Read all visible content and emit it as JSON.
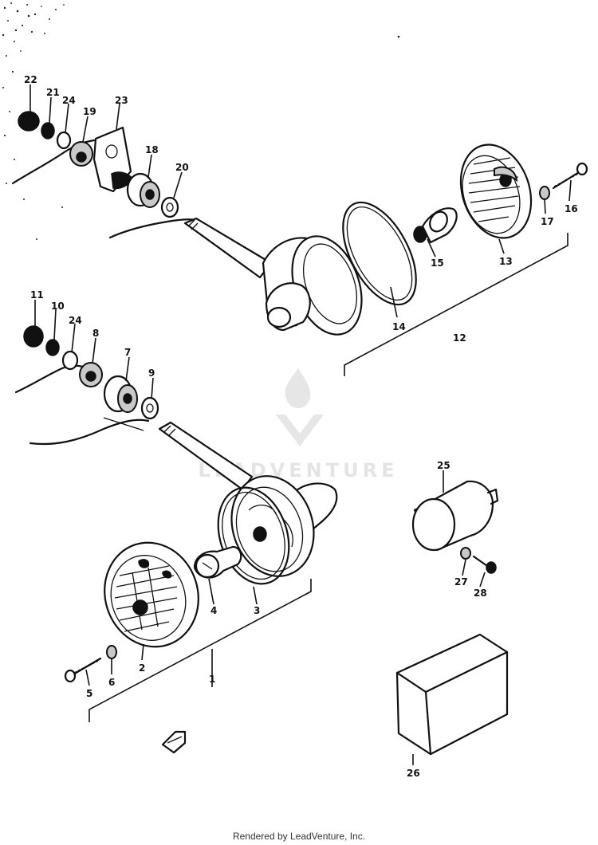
{
  "watermark": {
    "text": "LEADVENTURE"
  },
  "footer": {
    "text": "Rendered by LeadVenture, Inc."
  },
  "parts": {
    "p1": "1",
    "p2": "2",
    "p3": "3",
    "p4": "4",
    "p5": "5",
    "p6": "6",
    "p7": "7",
    "p8": "8",
    "p9": "9",
    "p10": "10",
    "p11": "11",
    "p12": "12",
    "p13": "13",
    "p14": "14",
    "p15": "15",
    "p16": "16",
    "p17": "17",
    "p18": "18",
    "p19": "19",
    "p20": "20",
    "p21": "21",
    "p22": "22",
    "p23": "23",
    "p24a": "24",
    "p24b": "24",
    "p25": "25",
    "p26": "26",
    "p27": "27",
    "p28": "28"
  }
}
